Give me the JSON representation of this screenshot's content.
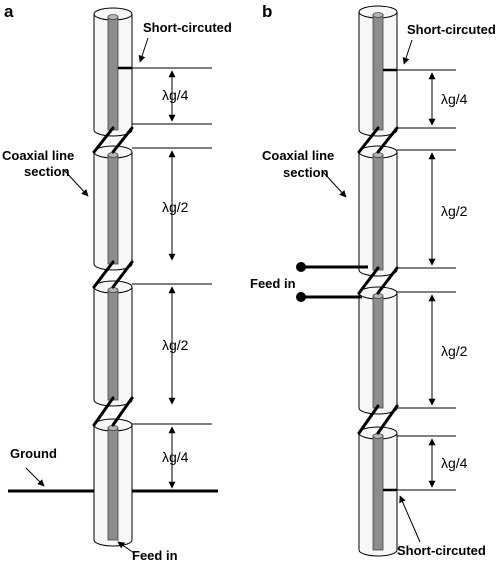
{
  "panels": [
    {
      "id": "a",
      "label": "a",
      "annotations": {
        "top": "Short-circuted",
        "section_line1": "Coaxial line",
        "section_line2": "section",
        "ground": "Ground",
        "feed": "Feed in"
      },
      "dimensions": [
        "λg/4",
        "λg/2",
        "λg/2",
        "λg/4"
      ]
    },
    {
      "id": "b",
      "label": "b",
      "annotations": {
        "top": "Short-circuted",
        "section_line1": "Coaxial line",
        "section_line2": "section",
        "feed": "Feed in",
        "bottom": "Short-circuted"
      },
      "dimensions": [
        "λg/4",
        "λg/2",
        "λg/2",
        "λg/4"
      ]
    }
  ],
  "colors": {
    "inner_conductor": "#8c8c8c",
    "outer_sleeve": "#f7f7f7",
    "stroke": "#000000"
  }
}
